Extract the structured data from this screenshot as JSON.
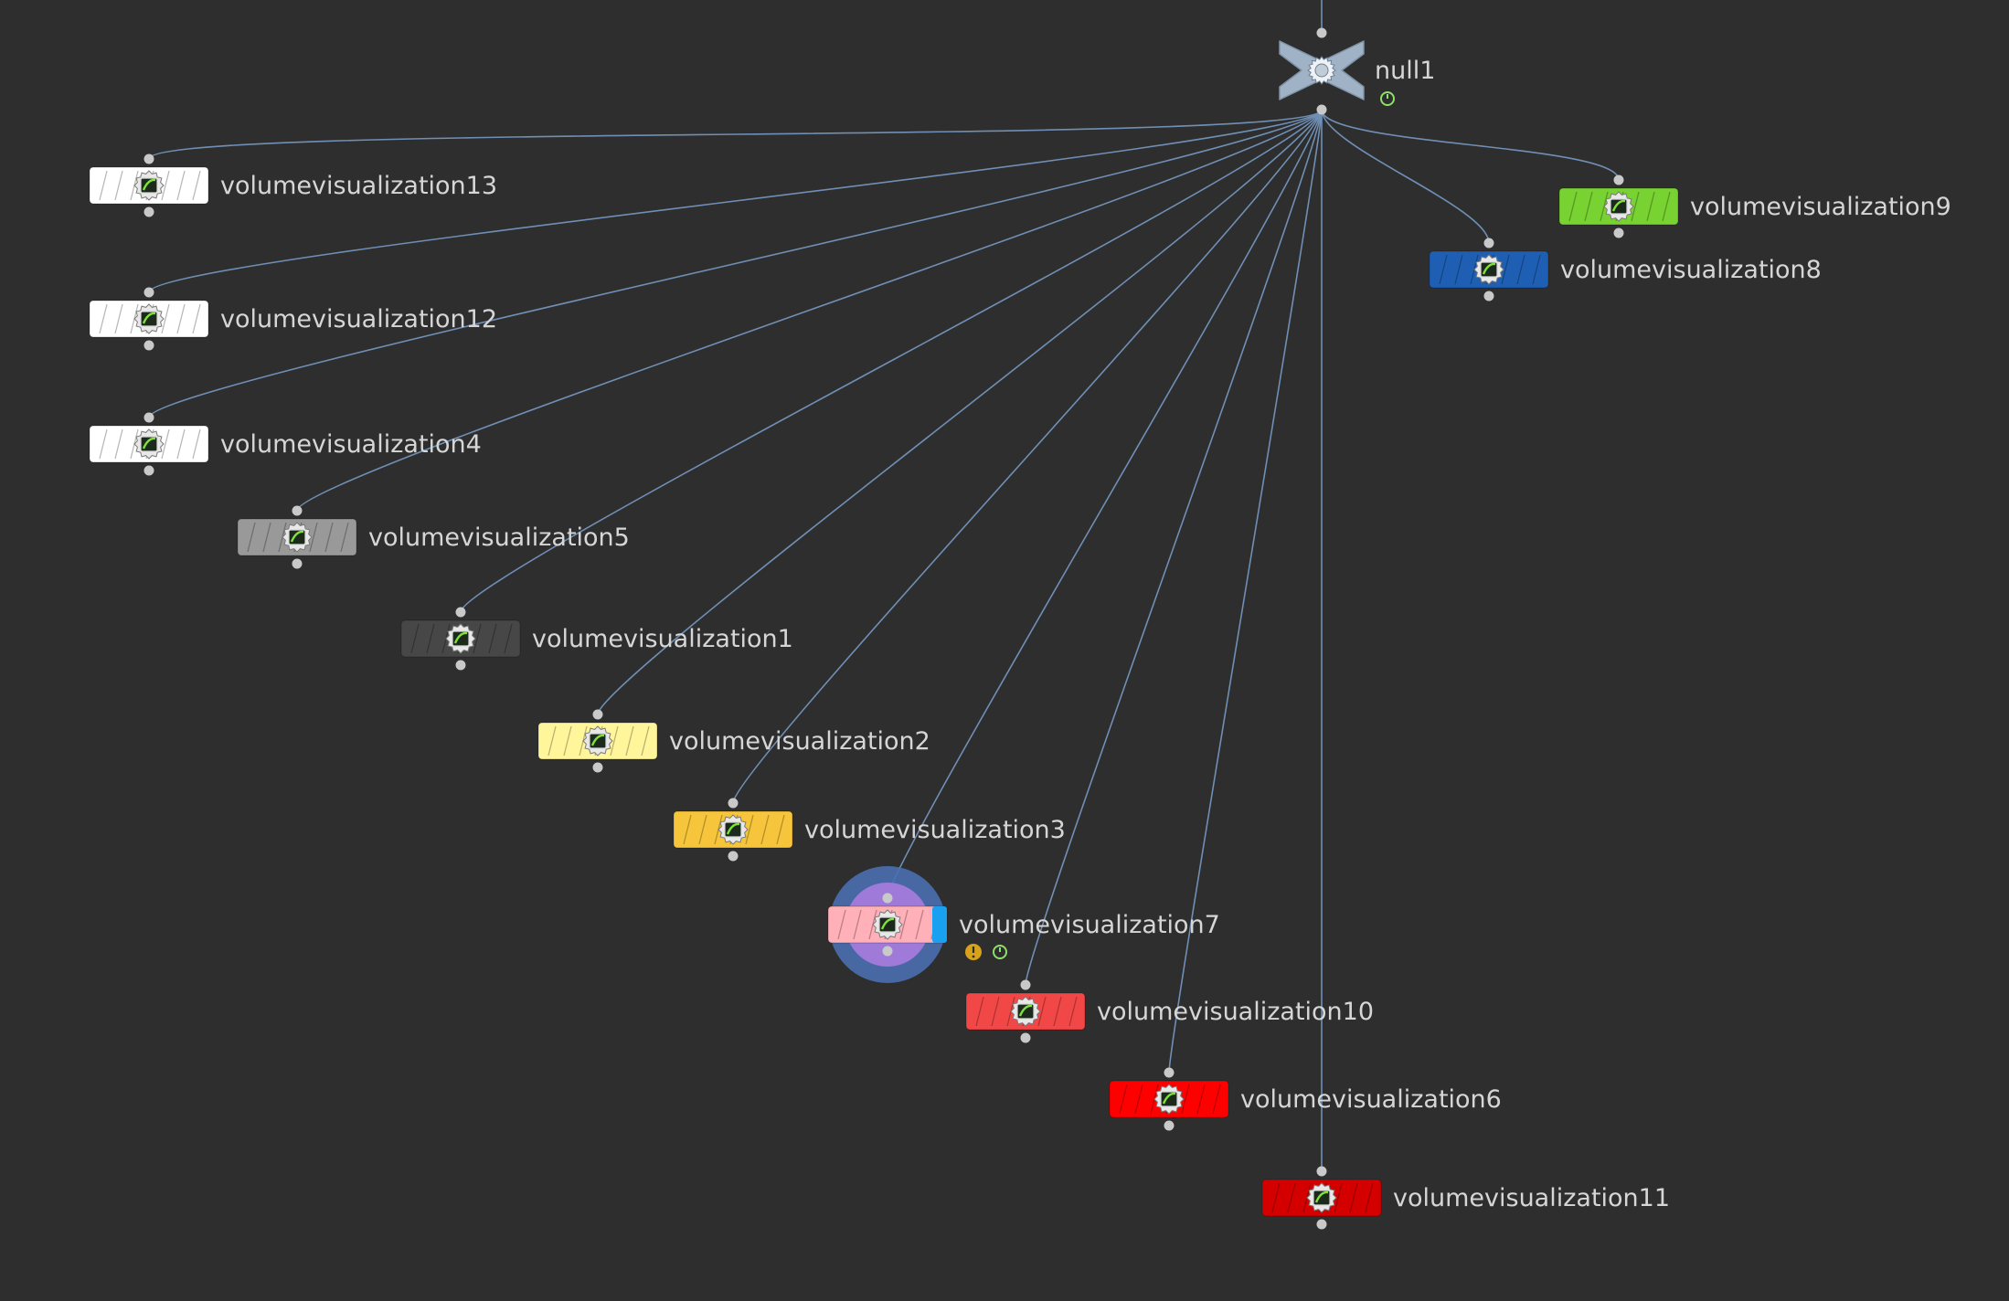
{
  "network": {
    "background": "#2e2e2e",
    "wire_color": "#6f8fb5",
    "source_node": {
      "name": "null1",
      "type": "null",
      "color": "#9fb2c6",
      "flags": [
        "display-flag-icon"
      ]
    },
    "nodes": [
      {
        "name": "volumevisualization13",
        "color": "#ffffff",
        "selected": false,
        "flags": []
      },
      {
        "name": "volumevisualization12",
        "color": "#ffffff",
        "selected": false,
        "flags": []
      },
      {
        "name": "volumevisualization4",
        "color": "#ffffff",
        "selected": false,
        "flags": []
      },
      {
        "name": "volumevisualization5",
        "color": "#999999",
        "selected": false,
        "flags": []
      },
      {
        "name": "volumevisualization1",
        "color": "#474747",
        "selected": false,
        "flags": []
      },
      {
        "name": "volumevisualization2",
        "color": "#fff59a",
        "selected": false,
        "flags": []
      },
      {
        "name": "volumevisualization3",
        "color": "#f6c53c",
        "selected": false,
        "flags": []
      },
      {
        "name": "volumevisualization7",
        "color": "#ffb0b8",
        "selected": true,
        "flags": [
          "warning-icon",
          "display-flag-icon"
        ]
      },
      {
        "name": "volumevisualization10",
        "color": "#f24747",
        "selected": false,
        "flags": []
      },
      {
        "name": "volumevisualization6",
        "color": "#ff0000",
        "selected": false,
        "flags": []
      },
      {
        "name": "volumevisualization11",
        "color": "#d40000",
        "selected": false,
        "flags": []
      },
      {
        "name": "volumevisualization8",
        "color": "#1e5fb4",
        "selected": false,
        "flags": []
      },
      {
        "name": "volumevisualization9",
        "color": "#78d232",
        "selected": false,
        "flags": []
      }
    ]
  }
}
